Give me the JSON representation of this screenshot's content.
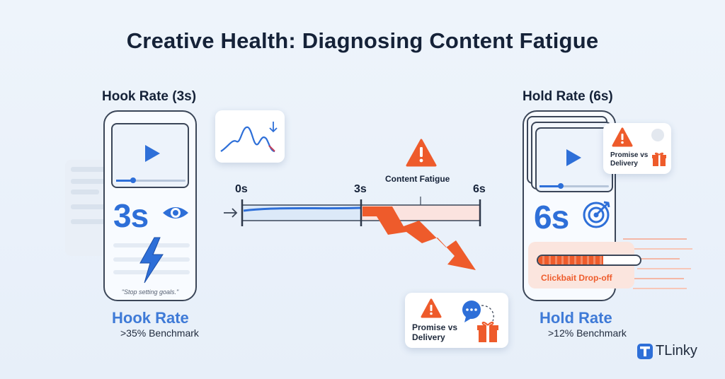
{
  "title": "Creative Health: Diagnosing Content Fatigue",
  "hook": {
    "heading": "Hook Rate (3s)",
    "big_value": "3s",
    "quote": "\"Stop setting goals.\"",
    "label": "Hook Rate",
    "benchmark": ">35% Benchmark"
  },
  "hold": {
    "heading": "Hold Rate (6s)",
    "big_value": "6s",
    "dropoff_label": "Clickbait Drop-off",
    "label": "Hold Rate",
    "benchmark": ">12% Benchmark",
    "card_text": "Promise vs Delivery"
  },
  "timeline": {
    "t0": "0s",
    "t3": "3s",
    "t6": "6s",
    "fatigue_label": "Content Fatigue"
  },
  "bottom_card": {
    "text": "Promise vs Delivery"
  },
  "brand": {
    "name": "TLinky"
  },
  "colors": {
    "accent_blue": "#2e6fd8",
    "alert_orange": "#ee5b2b",
    "fatigue_fill": "#fbe3df"
  }
}
